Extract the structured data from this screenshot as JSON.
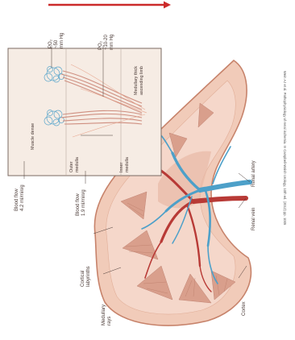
{
  "labels": {
    "po2_left": "PO₂",
    "po2_left_val": "~50",
    "po2_left_unit": "mm Hg",
    "po2_right": "PO₂",
    "po2_right_val": "~10-20",
    "po2_right_unit": "mm Hg",
    "medullary_thick": "Medullary thick",
    "ascending_limb": "ascending limb",
    "muscle_dense": "Muscle dense",
    "outer": "Outer",
    "medulla_outer": "medulla",
    "inner": "Inner",
    "medulla_inner": "medulla",
    "blood_flow_top": "Blood flow",
    "blood_flow_top_val": "4.2 ml/min/g",
    "blood_flow_bottom": "Blood flow",
    "blood_flow_bottom_val": "1.9 ml/min/g",
    "cortical": "Cortical",
    "labyrinths": "labyrinths",
    "medullary": "Medullary",
    "rays": "rays",
    "renal_artery": "Renal artery",
    "renal_vein": "Renal vein",
    "cortex": "Cortex",
    "credit": "Wein AJ et al. Pathophysiology of renal ischemia. In Campbell-Walsh Urology, 10th ed. (2012) pp. 1005"
  },
  "colors": {
    "arrow": "#cc2a2a",
    "parenchyma": "#f1cbb9",
    "capsule": "#c7836b",
    "artery": "#4da0c9",
    "vein": "#b83a36",
    "pyramid": "#d99f8c",
    "inset_bg": "#f6ece4"
  }
}
